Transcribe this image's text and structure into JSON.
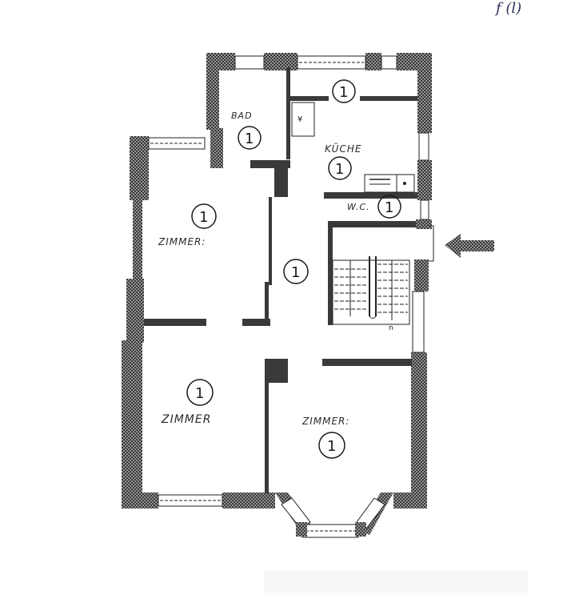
{
  "corner_mark": "f (l)",
  "colors": {
    "wall": "#3a3a3a",
    "wall_hatch": "#8a8a8a",
    "line": "#222222",
    "paper": "#ffffff"
  },
  "rooms": [
    {
      "id": "bad",
      "label": "BAD",
      "number": "1"
    },
    {
      "id": "kueche",
      "label": "KÜCHE",
      "number": "1"
    },
    {
      "id": "kueche-top",
      "label": "",
      "number": "1"
    },
    {
      "id": "wc",
      "label": "W.C.",
      "number": "1"
    },
    {
      "id": "zimmer-1",
      "label": "ZIMMER:",
      "number": "1"
    },
    {
      "id": "flur",
      "label": "",
      "number": "1"
    },
    {
      "id": "zimmer-2",
      "label": "ZIMMER",
      "number": "1"
    },
    {
      "id": "zimmer-3",
      "label": "ZIMMER:",
      "number": "1"
    }
  ],
  "entrance": {
    "icon": "arrow-left-icon",
    "description": "entrance arrow"
  },
  "stair": {
    "label": "staircase"
  }
}
